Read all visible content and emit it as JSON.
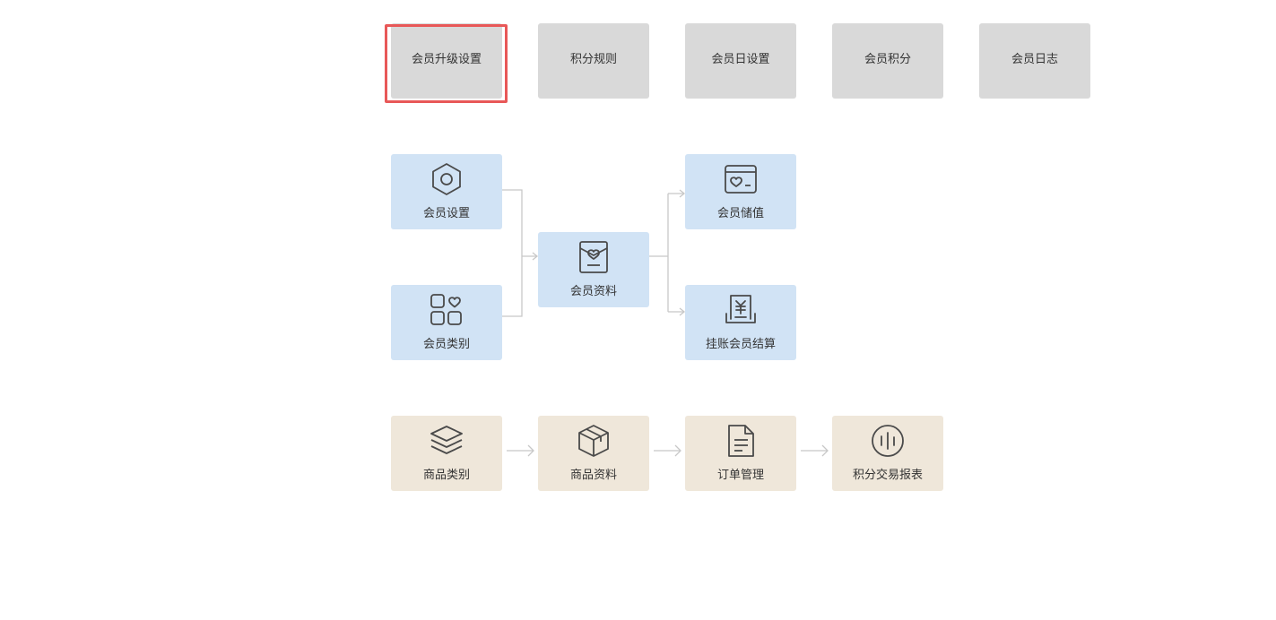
{
  "top_tabs": [
    {
      "label": "会员升级设置",
      "selected": true
    },
    {
      "label": "积分规则"
    },
    {
      "label": "会员日设置"
    },
    {
      "label": "会员积分"
    },
    {
      "label": "会员日志"
    }
  ],
  "member_flow": {
    "settings": {
      "label": "会员设置",
      "icon": "hexagon-settings-icon"
    },
    "category": {
      "label": "会员类别",
      "icon": "category-grid-icon"
    },
    "profile": {
      "label": "会员资料",
      "icon": "member-card-icon"
    },
    "deposit": {
      "label": "会员储值",
      "icon": "wallet-card-icon"
    },
    "credit_settlement": {
      "label": "挂账会员结算",
      "icon": "yen-receipt-icon"
    }
  },
  "goods_flow": [
    {
      "label": "商品类别",
      "icon": "layers-icon"
    },
    {
      "label": "商品资料",
      "icon": "box-icon"
    },
    {
      "label": "订单管理",
      "icon": "document-icon"
    },
    {
      "label": "积分交易报表",
      "icon": "report-bars-icon"
    }
  ],
  "colors": {
    "tab_bg": "#d9d9d9",
    "member_bg": "#d1e3f5",
    "goods_bg": "#efe7da",
    "highlight": "#e85858",
    "icon_stroke": "#4a4a4a",
    "connector": "#c8c8c8"
  }
}
